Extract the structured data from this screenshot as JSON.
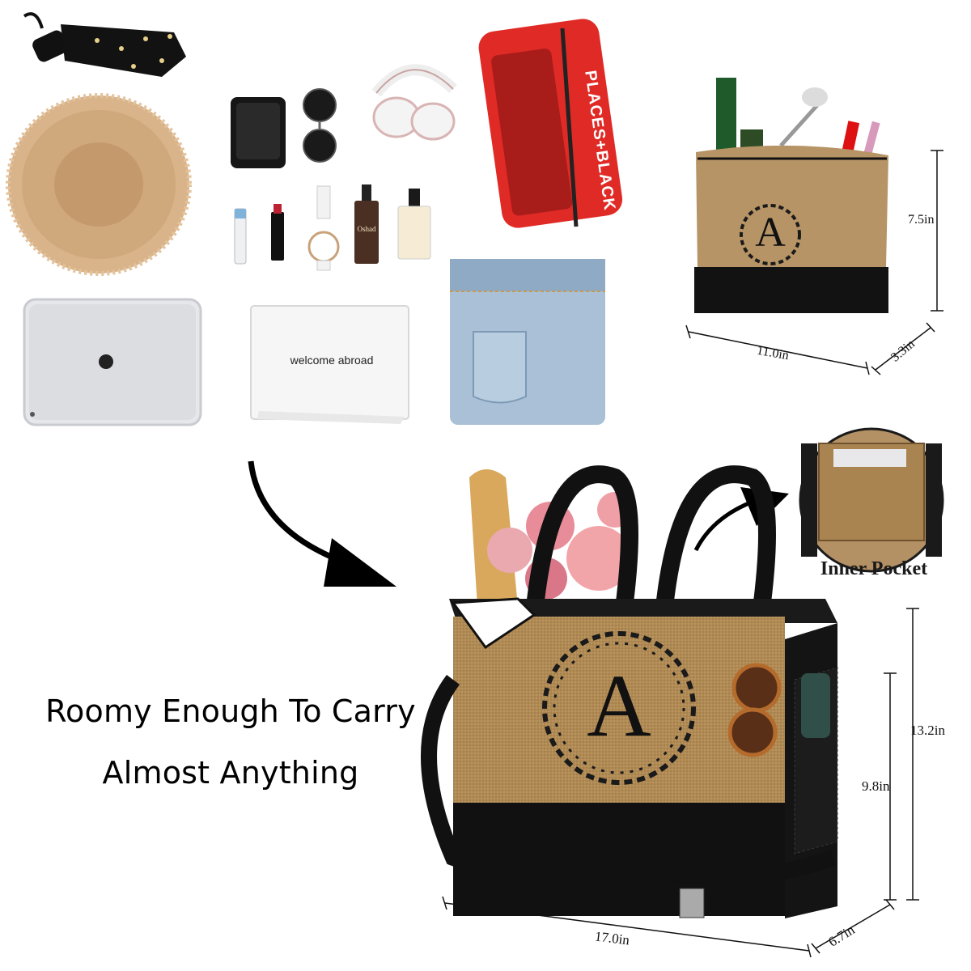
{
  "headline": {
    "line1": "Roomy Enough To Carry",
    "line2": "Almost Anything"
  },
  "inner_pocket_label": "Inner Pocket",
  "tablet_card_text": "welcome abroad",
  "pouch_brand_text": "PLACES+BLACK",
  "perfume_label": "Oshad",
  "monogram_letter": "A",
  "makeup_bag_dims": {
    "height": "7.5in",
    "width": "11.0in",
    "depth": "3.3in"
  },
  "tote_dims": {
    "total_height": "13.2in",
    "body_height": "9.8in",
    "width": "17.0in",
    "depth": "6.7in"
  },
  "colors": {
    "jute": "#b08a55",
    "black": "#111111",
    "pouch_red": "#e02a26",
    "denim": "#a9c0d6"
  }
}
